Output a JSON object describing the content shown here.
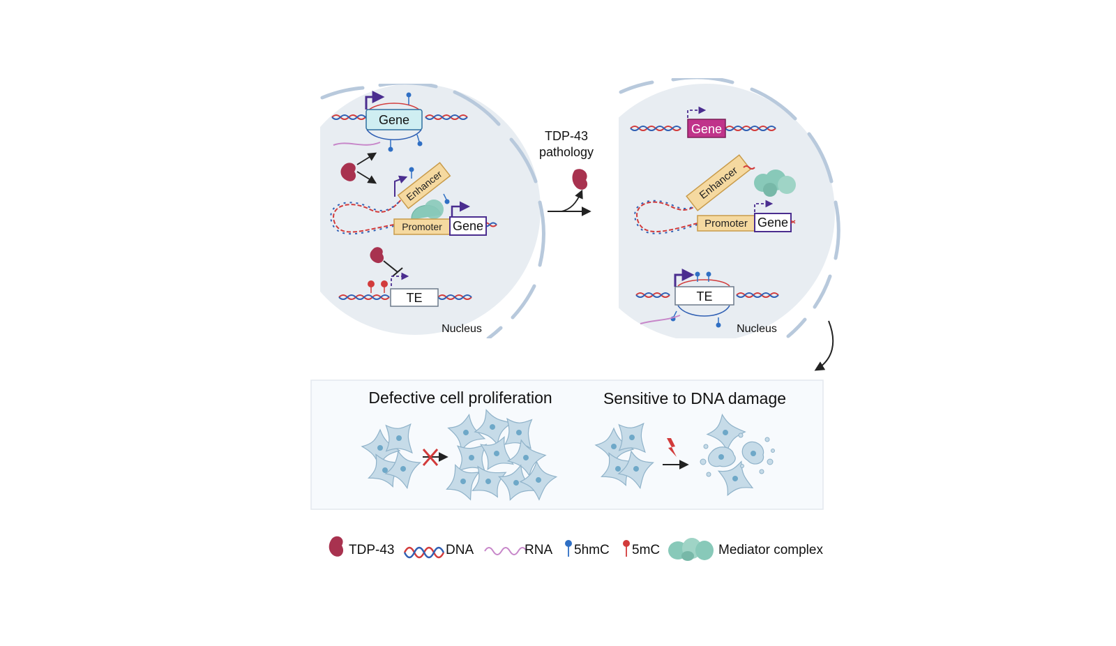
{
  "panels": {
    "normal": {
      "gene_top": "Gene",
      "enhancer": "Enhancer",
      "promoter": "Promoter",
      "gene_bottom": "Gene",
      "te": "TE",
      "nucleus": "Nucleus"
    },
    "pathology": {
      "gene_top": "Gene",
      "enhancer": "Enhancer",
      "promoter": "Promoter",
      "gene_bottom": "Gene",
      "te": "TE",
      "nucleus": "Nucleus"
    }
  },
  "transition": {
    "line1": "TDP-43",
    "line2": "pathology"
  },
  "outcomes": {
    "left_title": "Defective cell proliferation",
    "right_title": "Sensitive to DNA damage"
  },
  "legend": {
    "tdp43": "TDP-43",
    "dna": "DNA",
    "rna": "RNA",
    "hmc": "5hmC",
    "mc": "5mC",
    "mediator": "Mediator complex"
  },
  "colors": {
    "nucleus_fill": "#e8edf2",
    "envelope": "#b8c9dc",
    "tdp43": "#a8324f",
    "dna_red": "#d23b3b",
    "dna_blue": "#2f5fb3",
    "rna": "#c786c9",
    "hmc": "#2f6fc4",
    "mc": "#d23b3b",
    "mediator": "#88c9b9",
    "gene_box": "#cfeef2",
    "gene_magenta": "#c0338a",
    "enhancer_box": "#f5d9a0",
    "promoter_box": "#f5d9a0",
    "arrow_purple": "#4a2d8f",
    "cell_fill": "#c6dbe8",
    "cell_nucleus": "#6ea8c8"
  }
}
